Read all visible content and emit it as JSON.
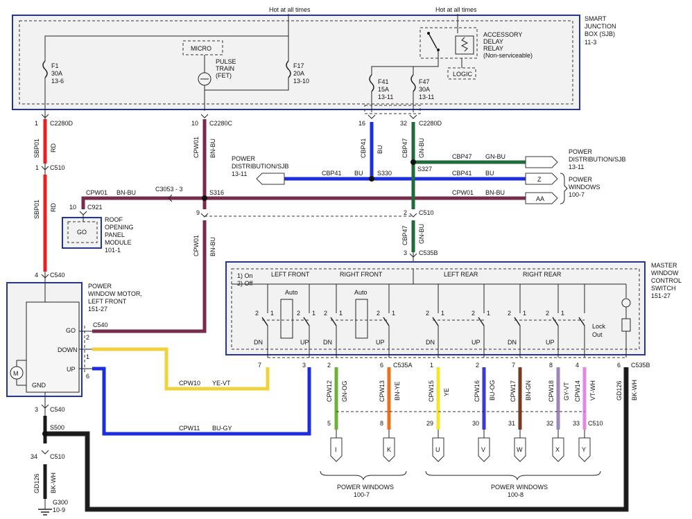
{
  "colors": {
    "red": "#e82020",
    "purple": "#7a2a4a",
    "blue": "#1a2ee0",
    "green": "#1f6b3a",
    "yellow": "#f0d23c",
    "black": "#1a1a1a",
    "green_orange": "#6cb23a",
    "orange": "#e8731a",
    "yellow_solid": "#f2e52a",
    "blue_orange": "#3a3ad8",
    "brown": "#7a3a22",
    "gray_violet": "#9a86b8",
    "violet_white": "#e08ae0",
    "box_border": "#2233aa"
  },
  "labels": {
    "hot_all_times_1": "Hot at all times",
    "hot_all_times_2": "Hot at all times",
    "sjb_title_1": "SMART",
    "sjb_title_2": "JUNCTION",
    "sjb_title_3": "BOX (SJB)",
    "sjb_ref": "11-3",
    "micro": "MICRO",
    "pulse_1": "PULSE",
    "pulse_2": "TRAIN",
    "pulse_3": "(FET)",
    "relay_1": "ACCESSORY",
    "relay_2": "DELAY",
    "relay_3": "RELAY",
    "relay_4": "(Non-serviceable)",
    "logic": "LOGIC",
    "f1_1": "F1",
    "f1_2": "30A",
    "f1_3": "13-6",
    "f17_1": "F17",
    "f17_2": "20A",
    "f17_3": "13-10",
    "f41_1": "F41",
    "f41_2": "15A",
    "f41_3": "13-11",
    "f47_1": "F47",
    "f47_2": "30A",
    "f47_3": "13-11",
    "pin1": "1",
    "c2280d_1": "C2280D",
    "pin10": "10",
    "c2280c": "C2280C",
    "pin16": "16",
    "pin32": "32",
    "c2280d_2": "C2280D",
    "sbp01_1": "SBP01",
    "rd_1": "RD",
    "cpw01_v1": "CPW01",
    "bnbu_v1": "BN-BU",
    "cbp41_v": "CBP41",
    "bu_v": "BU",
    "cbp47_v1": "CBP47",
    "gnbu_v1": "GN-BU",
    "pin1b": "1",
    "c510_1": "C510",
    "cbp47_h": "CBP47",
    "gnbu_h": "GN-BU",
    "pd_right_1": "POWER",
    "pd_right_2": "DISTRIBUTION/SJB",
    "pd_right_3": "13-11",
    "pd_left_1": "POWER",
    "pd_left_2": "DISTRIBUTION/SJB",
    "pd_left_3": "13-11",
    "cbp41_h1": "CBP41",
    "bu_h1": "BU",
    "s330": "S330",
    "s327": "S327",
    "cbp41_h2": "CBP41",
    "bu_h2": "BU",
    "conn_z": "Z",
    "conn_aa": "AA",
    "pw_right_1": "POWER",
    "pw_right_2": "WINDOWS",
    "pw_right_3": "100-7",
    "cpw01_h1": "CPW01",
    "bnbu_h1": "BN-BU",
    "c3053": "C3053 - 3",
    "s316": "S316",
    "cpw01_h2": "CPW01",
    "bnbu_h2": "BN-BU",
    "pin10b": "10",
    "c921": "C921",
    "go_box": "GO",
    "roof_1": "ROOF",
    "roof_2": "OPENING",
    "roof_3": "PANEL",
    "roof_4": "MODULE",
    "roof_5": "101-1",
    "sbp01_2": "SBP01",
    "rd_2": "RD",
    "pin9": "9",
    "pin2a": "2",
    "c510_2": "C510",
    "cpw01_v2": "CPW01",
    "bnbu_v2": "BN-BU",
    "cbp47_v2": "CBP47",
    "gnbu_v2": "GN-BU",
    "pin3a": "3",
    "c535b_1": "C535B",
    "pin4": "4",
    "c540_1": "C540",
    "motor_1": "POWER",
    "motor_2": "WINDOW MOTOR,",
    "motor_3": "LEFT FRONT",
    "motor_4": "151-27",
    "go_lbl": "GO",
    "down_lbl": "DOWN",
    "up_lbl": "UP",
    "gnd_lbl": "GND",
    "m_lbl": "M",
    "c540_2": "C540",
    "pin2b": "2",
    "pin1c": "1",
    "pin6a": "6",
    "mws_1": "MASTER",
    "mws_2": "WINDOW",
    "mws_3": "CONTROL",
    "mws_4": "SWITCH",
    "mws_5": "151-27",
    "on_lbl": "1) On",
    "off_lbl": "2) Off",
    "left_front": "LEFT FRONT",
    "right_front": "RIGHT FRONT",
    "left_rear": "LEFT REAR",
    "right_rear": "RIGHT REAR",
    "auto_1": "Auto",
    "auto_2": "Auto",
    "dn_1": "DN",
    "up_1": "UP",
    "dn_2": "DN",
    "up_2": "UP",
    "dn_3": "DN",
    "up_3": "UP",
    "dn_4": "DN",
    "up_4": "UP",
    "lock_1": "Lock",
    "lock_2": "Out",
    "sp_a": "2",
    "sp_b": "1",
    "sp_c": "2",
    "sp_d": "1",
    "sp_e": "2",
    "sp_f": "1",
    "sp_g": "2",
    "sp_h": "1",
    "sp_i": "2",
    "sp_j": "1",
    "sp_k": "2",
    "sp_l": "1",
    "sp_m": "2",
    "sp_n": "1",
    "sp_o": "2",
    "sp_p": "1",
    "p7": "7",
    "p3b": "3",
    "p2c": "2",
    "p6b": "6",
    "c535a": "C535A",
    "p1d": "1",
    "p2d": "2",
    "p7b": "7",
    "p8": "8",
    "p4b": "4",
    "p6c": "6",
    "c535b_2": "C535B",
    "cpw10": "CPW10",
    "yevt": "YE-VT",
    "cpw11": "CPW11",
    "bugy": "BU-GY",
    "cpw12": "CPW12",
    "gnog": "GN-OG",
    "cpw13": "CPW13",
    "bnye": "BN-YE",
    "cpw15": "CPW15",
    "ye": "YE",
    "cpw16": "CPW16",
    "buog": "BU-OG",
    "cpw17": "CPW17",
    "bngn": "BN-GN",
    "cpw18": "CPW18",
    "gyvt": "GY-VT",
    "cpw14": "CPW14",
    "vtwh": "VT-WH",
    "gd126_1": "GD126",
    "bkwh_1": "BK-WH",
    "p5": "5",
    "p8b": "8",
    "p29": "29",
    "p30": "30",
    "p31": "31",
    "p32": "32",
    "p33": "33",
    "c510_3": "C510",
    "conn_i": "I",
    "conn_k": "K",
    "conn_u": "U",
    "conn_v": "V",
    "conn_w": "W",
    "conn_x": "X",
    "conn_y": "Y",
    "pw_b1_1": "POWER WINDOWS",
    "pw_b1_2": "100-7",
    "pw_b2_1": "POWER WINDOWS",
    "pw_b2_2": "100-8",
    "p3c": "3",
    "c540_3": "C540",
    "s500": "S500",
    "p34": "34",
    "c510_4": "C510",
    "gd126_2": "GD126",
    "bkwh_2": "BK-WH",
    "g300_1": "G300",
    "g300_2": "10-9"
  }
}
